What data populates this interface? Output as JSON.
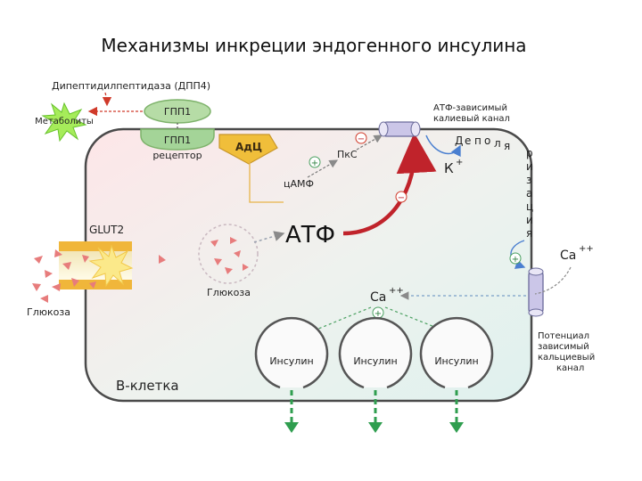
{
  "title": "Механизмы инкреции эндогенного инсулина",
  "labels": {
    "dpp4": "Дипептидилпептидаза (ДПП4)",
    "metabolites": "Метаболиты",
    "glp1": "ГПП1",
    "glp1_receptor_line1": "ГПП1",
    "glp1_receptor_line2": "рецептор",
    "adc": "АдЦ",
    "pkc": "ПкС",
    "camp": "цАМФ",
    "atp": "АТФ",
    "glut2": "GLUT2",
    "glucose_outside": "Глюкоза",
    "glucose_inside": "Глюкоза",
    "katp_channel_line1": "АТФ-зависимый",
    "katp_channel_line2": "калиевый канал",
    "depolarization": "Деполяризация",
    "k_ion": "К",
    "k_charge": "+",
    "ca_outside": "Ca",
    "ca_outside_charge": "++",
    "ca_inside": "Ca",
    "ca_inside_charge": "++",
    "ca_channel_line1": "Потенциал",
    "ca_channel_line2": "зависимый",
    "ca_channel_line3": "кальциевый",
    "ca_channel_line4": "канал",
    "insulin": [
      "Инсулин",
      "Инсулин",
      "Инсулин"
    ],
    "beta_cell": "В-клетка",
    "plus_sign": "+",
    "minus_sign": "−"
  },
  "colors": {
    "cell_fill_a": "#fbe8ea",
    "cell_fill_b": "#e3f3ef",
    "cell_stroke": "#4a4a4a",
    "glp1_fill": "#a9d59a",
    "adc_fill": "#f3c23c",
    "glucose_triangle": "#e47878",
    "atp_arrow": "#c0232b",
    "channel_fill": "#c9c5e6",
    "secretion_arrow": "#2f9e4f",
    "metabolites_fill": "#7ee03a"
  },
  "icons": {
    "plus": "plus-circle-icon",
    "minus": "minus-circle-icon",
    "burst": "starburst-icon"
  }
}
